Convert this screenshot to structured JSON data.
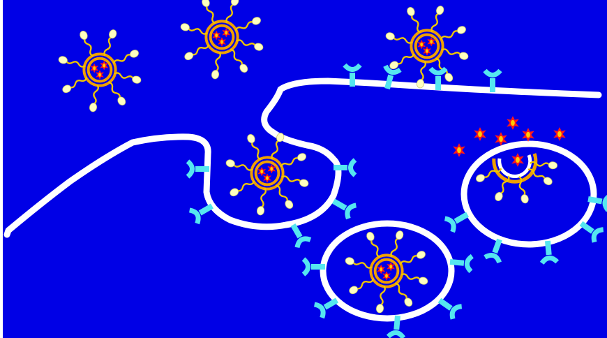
{
  "diagram": {
    "caption": "",
    "colors": {
      "background": "#0000e6",
      "membrane": "#ffffff",
      "liposome_shell": "#f0a000",
      "peg_chain": "#f0c800",
      "ligand_head": "#ffffc0",
      "receptor": "#55e6f0",
      "drug": "#ff1a1a",
      "drug_core": "#ffcc00"
    },
    "icons": [
      "liposome-icon",
      "receptor-icon",
      "drug-molecule-icon",
      "ruptured-liposome-icon"
    ],
    "stages": [
      "free-liposome",
      "receptor-binding",
      "endocytosis",
      "endosome",
      "drug-release"
    ]
  }
}
